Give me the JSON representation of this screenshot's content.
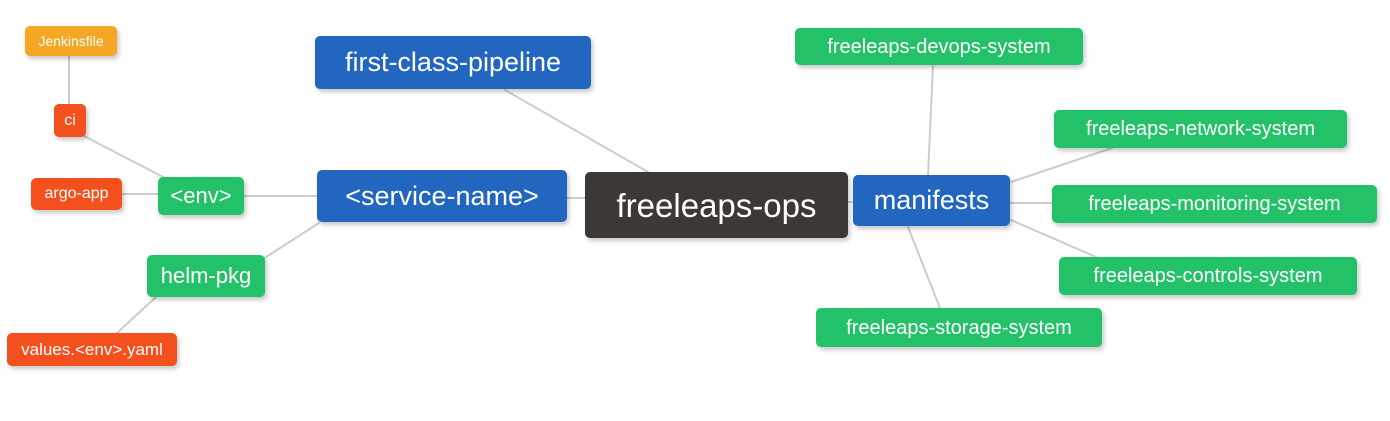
{
  "diagram": {
    "type": "mindmap",
    "root_label": "freeleaps-ops"
  },
  "palette": {
    "level0": "#3b3835",
    "level1": "#2266c0",
    "level2": "#23c269",
    "level3": "#f4501e",
    "level4": "#f5a623",
    "connector": "#cccccc",
    "node_text": "#ffffff"
  },
  "nodes": {
    "freeleaps_ops": {
      "label": "freeleaps-ops",
      "level": 0
    },
    "first_class_pipeline": {
      "label": "first-class-pipeline",
      "level": 1
    },
    "service_name": {
      "label": "<service-name>",
      "level": 1
    },
    "manifests": {
      "label": "manifests",
      "level": 1
    },
    "env": {
      "label": "<env>",
      "level": 2
    },
    "helm_pkg": {
      "label": "helm-pkg",
      "level": 2
    },
    "devops_system": {
      "label": "freeleaps-devops-system",
      "level": 2
    },
    "network_system": {
      "label": "freeleaps-network-system",
      "level": 2
    },
    "monitoring_system": {
      "label": "freeleaps-monitoring-system",
      "level": 2
    },
    "controls_system": {
      "label": "freeleaps-controls-system",
      "level": 2
    },
    "storage_system": {
      "label": "freeleaps-storage-system",
      "level": 2
    },
    "ci": {
      "label": "ci",
      "level": 3
    },
    "argo_app": {
      "label": "argo-app",
      "level": 3
    },
    "values_env_yaml": {
      "label": "values.<env>.yaml",
      "level": 3
    },
    "jenkinsfile": {
      "label": "Jenkinsfile",
      "level": 4
    }
  },
  "edges": [
    {
      "from": "jenkinsfile",
      "to": "ci"
    },
    {
      "from": "ci",
      "to": "env"
    },
    {
      "from": "argo_app",
      "to": "env"
    },
    {
      "from": "env",
      "to": "service_name"
    },
    {
      "from": "helm_pkg",
      "to": "service_name"
    },
    {
      "from": "values_env_yaml",
      "to": "helm_pkg"
    },
    {
      "from": "first_class_pipeline",
      "to": "freeleaps_ops"
    },
    {
      "from": "service_name",
      "to": "freeleaps_ops"
    },
    {
      "from": "freeleaps_ops",
      "to": "manifests"
    },
    {
      "from": "manifests",
      "to": "devops_system"
    },
    {
      "from": "manifests",
      "to": "network_system"
    },
    {
      "from": "manifests",
      "to": "monitoring_system"
    },
    {
      "from": "manifests",
      "to": "controls_system"
    },
    {
      "from": "manifests",
      "to": "storage_system"
    }
  ]
}
